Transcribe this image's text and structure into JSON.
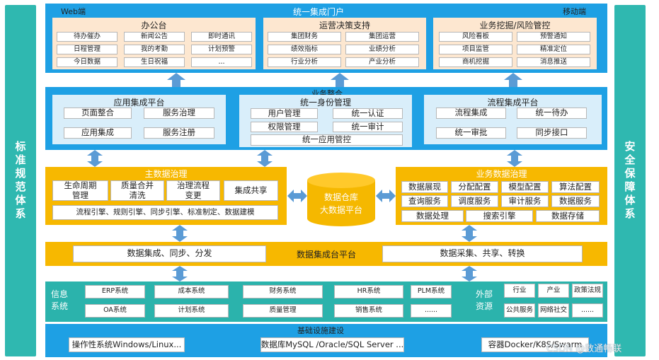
{
  "left_side": {
    "label": "标准规范体系"
  },
  "right_side": {
    "label": "安全保障体系"
  },
  "portal": {
    "web_label": "Web端",
    "title": "统一集成门户",
    "mobile_label": "移动端",
    "office": {
      "title": "办公台",
      "items": [
        "待办催办",
        "新闻公告",
        "即时通讯",
        "日程管理",
        "我的考勤",
        "计划预警",
        "今日数据",
        "生日祝福",
        "..."
      ]
    },
    "ops": {
      "title": "运营决策支持",
      "items": [
        "集团财务",
        "集团运营",
        "绩效指标",
        "业绩分析",
        "行业分析",
        "产业分析"
      ]
    },
    "biz": {
      "title": "业务挖掘/风险管控",
      "items": [
        "风险看板",
        "预警通知",
        "项目监管",
        "精准定位",
        "商机挖掘",
        "消息推送"
      ]
    }
  },
  "integration": {
    "title": "业务整合",
    "app_platform": {
      "title": "应用集成平台",
      "items": [
        "页面整合",
        "服务治理",
        "应用集成",
        "服务注册"
      ]
    },
    "identity": {
      "title": "统一身份管理",
      "items": [
        "用户管理",
        "统一认证",
        "权限管理",
        "统一审计"
      ],
      "bottom": "统一应用管控"
    },
    "flow_platform": {
      "title": "流程集成平台",
      "items": [
        "流程集成",
        "统一待办",
        "统一审批",
        "同步接口"
      ]
    }
  },
  "master_data": {
    "title": "主数据治理",
    "items": [
      "生命周期\n管理",
      "质量合并\n清洗",
      "治理流程\n变更",
      "集成共享"
    ],
    "bottom": "流程引擎、规则引擎、同步引擎、标准制定、数据建模"
  },
  "warehouse": {
    "line1": "数据仓库",
    "line2": "大数据平台"
  },
  "biz_data": {
    "title": "业务数据治理",
    "items": [
      "数据展现",
      "分配配置",
      "模型配置",
      "算法配置",
      "查询服务",
      "调度服务",
      "审计服务",
      "数据服务",
      "数据处理",
      "搜索引擎",
      "数据存储"
    ]
  },
  "integration_platform": {
    "left": "数据集成、同步、分发",
    "title": "数据集成台平台",
    "right": "数据采集、共享、转换"
  },
  "info_systems": {
    "label": "信息\n系统",
    "items": [
      "ERP系统",
      "成本系统",
      "财务系统",
      "HR系统",
      "PLM系统",
      "OA系统",
      "计划系统",
      "质量管理",
      "销售系统",
      "......"
    ]
  },
  "external": {
    "label": "外部\n资源",
    "items": [
      "行业",
      "产业",
      "政策法规",
      "公共服务",
      "网络社交",
      "......"
    ]
  },
  "infra": {
    "title": "基础设施建设",
    "items": [
      "操作性系统Windows/Linux...",
      "数据库MySQL /Oracle/SQL Server ...",
      "容器Docker/K8S/Swarm"
    ]
  },
  "watermark": "CSDN @数通畅联"
}
